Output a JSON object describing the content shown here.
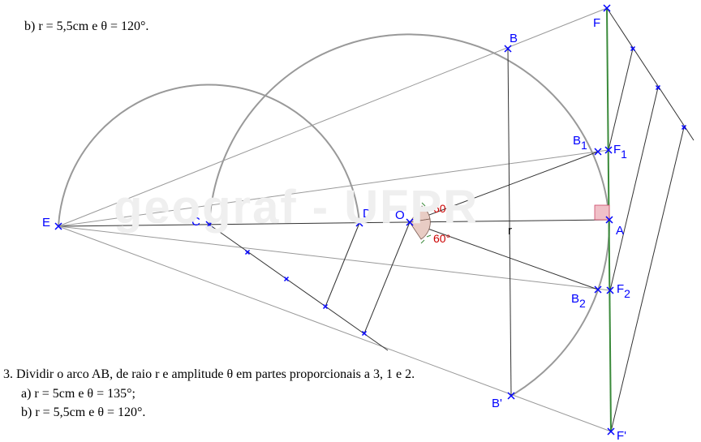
{
  "watermark": "geograf - UFPR",
  "text": {
    "top_b": "b) r = 5,5cm e θ = 120°.",
    "exercise": "3. Dividir o arco AB, de raio r e amplitude θ em partes proporcionais a 3, 1 e 2.",
    "item_a": "a) r = 5cm e θ = 135°;",
    "item_b": "b) r = 5,5cm e θ = 120°."
  },
  "labels": {
    "F": "F",
    "B": "B",
    "B1": "B",
    "B1_sub": "1",
    "F1": "F",
    "F1_sub": "1",
    "E": "E",
    "C": "C",
    "D": "D",
    "O": "O",
    "A": "A",
    "r": "r",
    "B2": "B",
    "B2_sub": "2",
    "F2": "F",
    "F2_sub": "2",
    "Bp": "B'",
    "Fp": "F'",
    "angle_upper": "60°",
    "angle_lower": "60°"
  },
  "colors": {
    "point": "#0000ff",
    "label": "#0000ff",
    "angle_text": "#cc0000",
    "arc": "#999999",
    "line": "#333333",
    "tangent": "#3a8a3a",
    "angle_fill": "#e8ccc4",
    "right_angle": "#f0c0c8"
  }
}
